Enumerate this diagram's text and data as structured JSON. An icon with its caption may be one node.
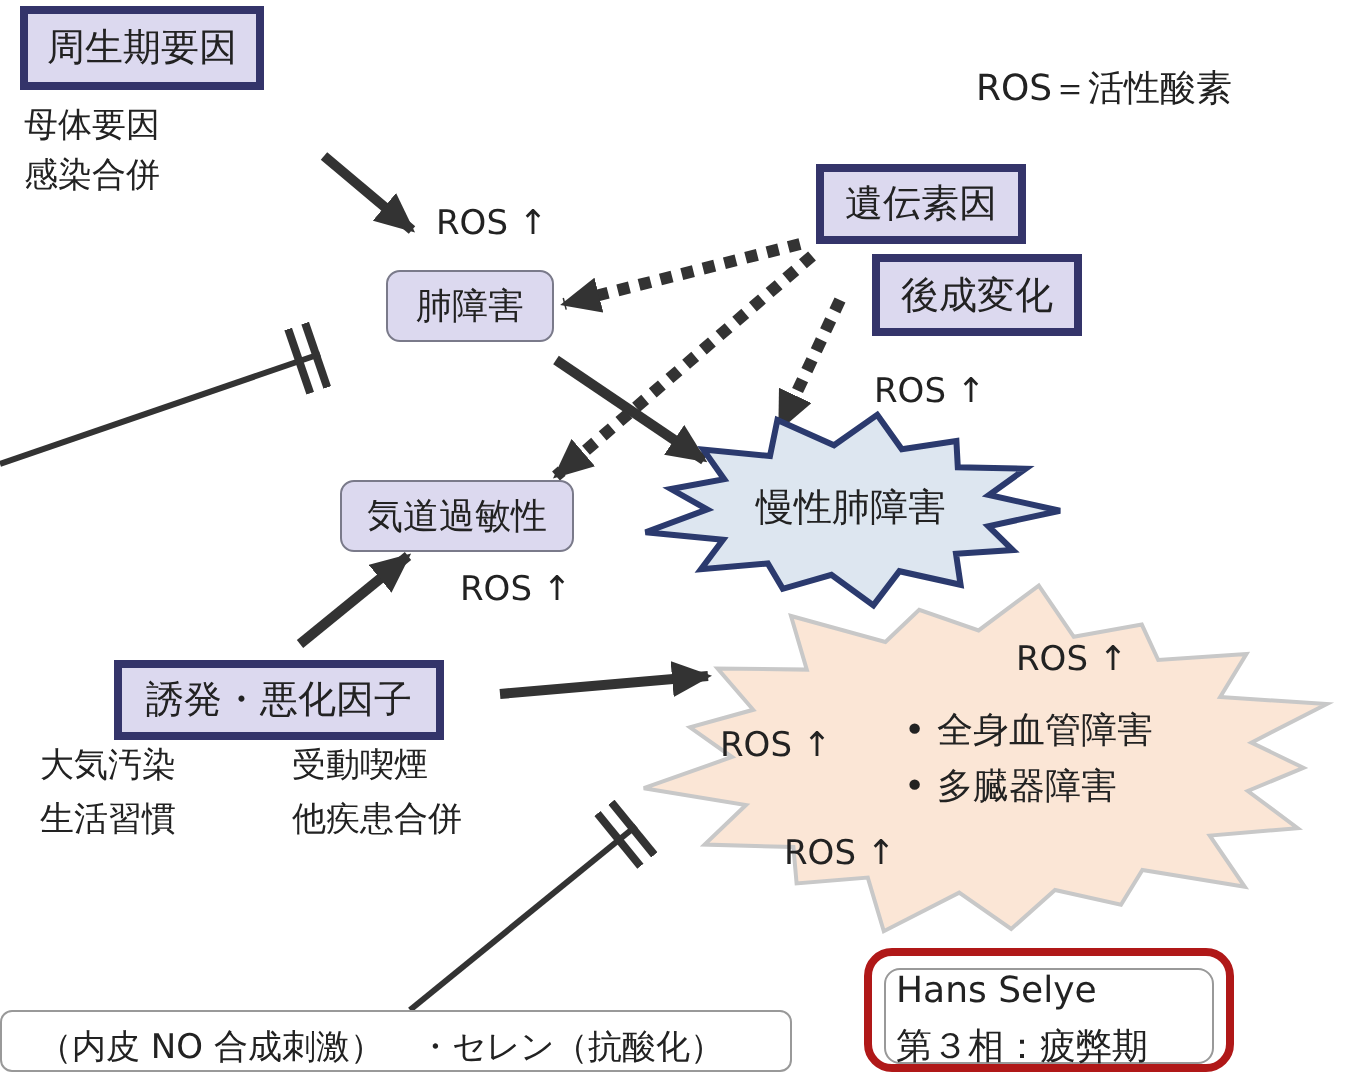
{
  "diagram": {
    "nodes": [
      {
        "text": [
          "周生期要因"
        ],
        "beside": [
          "母体要因",
          "感染合併"
        ]
      },
      {
        "text": [
          "肺障害"
        ],
        "beside": [
          "ROS ↑"
        ]
      },
      {
        "text": [
          "遺伝素因"
        ]
      },
      {
        "text": [
          "後成変化"
        ]
      },
      {
        "text": [
          "気道過敏性"
        ],
        "beside": [
          "ROS ↑"
        ]
      },
      {
        "text": [
          "慢性肺障害"
        ],
        "beside": [
          "ROS ↑"
        ]
      },
      {
        "text": [
          "ROS ↑",
          "ROS ↑",
          "• 全身血管障害",
          "• 多臓器障害",
          "ROS ↑"
        ]
      },
      {
        "text": [
          "誘発・悪化因子"
        ],
        "beside": [
          "大気汚染",
          "受動喫煙",
          "生活習慣",
          "他疾患合併"
        ]
      },
      {
        "text": [
          "（内皮 NO 合成刺激）　・セレン（抗酸化）"
        ]
      },
      {
        "text": [
          "Hans Selye",
          "第３相：疲弊期"
        ]
      }
    ],
    "edges": [
      {
        "from": 0,
        "to": 1,
        "arrow": "to"
      },
      {
        "from": 1,
        "to": 5,
        "arrow": "to"
      },
      {
        "from": 2,
        "to": 1,
        "arrow": "to",
        "style": "dashed"
      },
      {
        "from": 2,
        "to": 4,
        "arrow": "to",
        "style": "dashed"
      },
      {
        "from": 3,
        "to": 5,
        "arrow": "to",
        "style": "dashed"
      },
      {
        "from": 7,
        "to": 4,
        "arrow": "to"
      },
      {
        "from": 7,
        "to": 6,
        "arrow": "to"
      },
      {
        "from": null,
        "to": 1,
        "arrow": "other"
      },
      {
        "from": 8,
        "to": 6,
        "arrow": "other"
      }
    ],
    "labels": [
      "ROS＝活性酸素"
    ]
  }
}
